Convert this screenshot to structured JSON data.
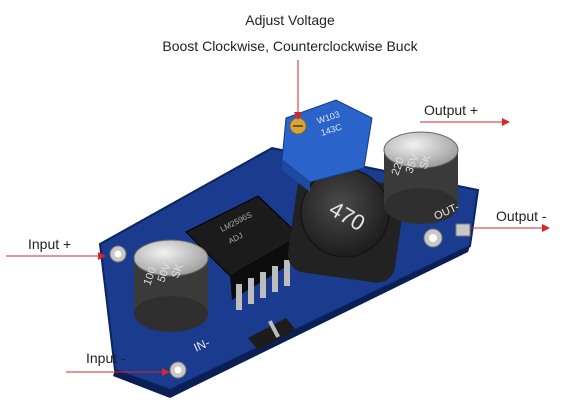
{
  "header": {
    "line1": "Adjust Voltage",
    "line2": "Boost Clockwise, Counterclockwise Buck"
  },
  "labels": {
    "output_plus": "Output +",
    "output_minus": "Output -",
    "input_plus": "Input +",
    "input_minus": "Input -"
  },
  "board": {
    "in_minus_silk": "IN-",
    "out_silk": "OUT-",
    "inductor_marking": "470",
    "pot_marking_1": "W103",
    "pot_marking_2": "143C",
    "cap_left_lines": [
      "100",
      "50V",
      "SK"
    ],
    "cap_right_lines": [
      "220",
      "35V",
      "SK"
    ],
    "ic_lines": [
      "LM2596S",
      "ADJ"
    ]
  },
  "colors": {
    "pcb": "#1a3b8e",
    "pot": "#2a63c9",
    "arrow": "#d6262a"
  }
}
